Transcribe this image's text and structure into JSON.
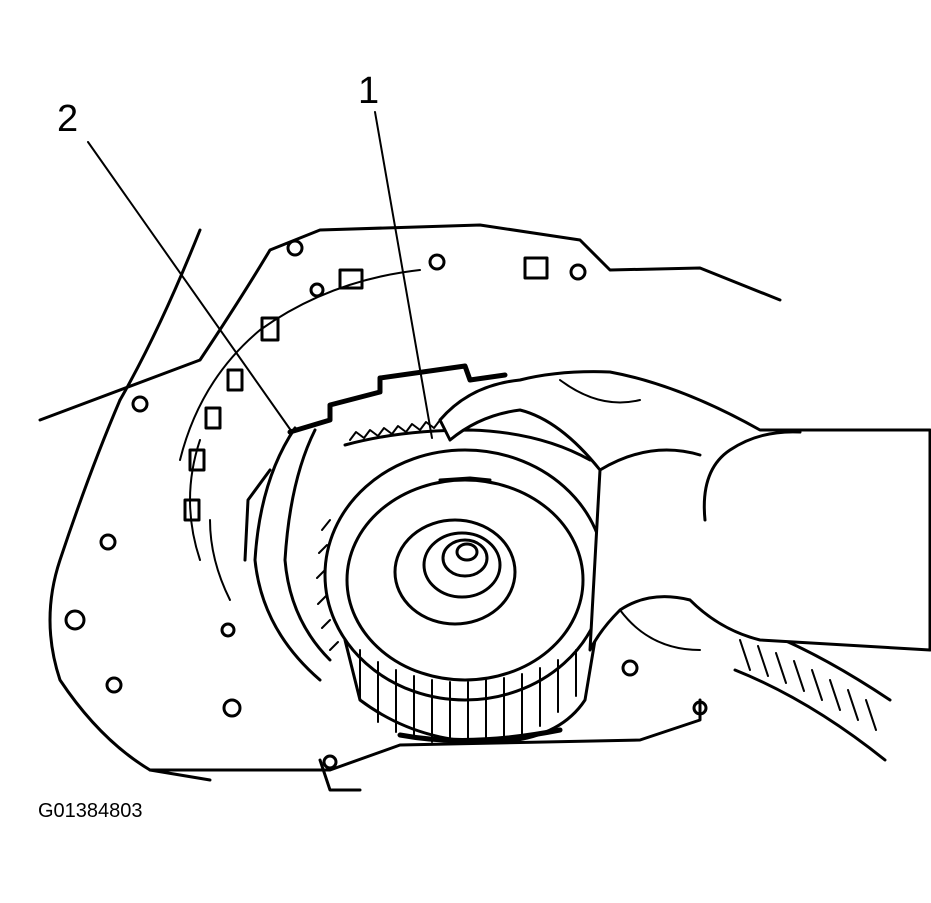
{
  "callouts": [
    {
      "id": "1",
      "label": "1"
    },
    {
      "id": "2",
      "label": "2"
    }
  ],
  "figure_id": "G01384803"
}
